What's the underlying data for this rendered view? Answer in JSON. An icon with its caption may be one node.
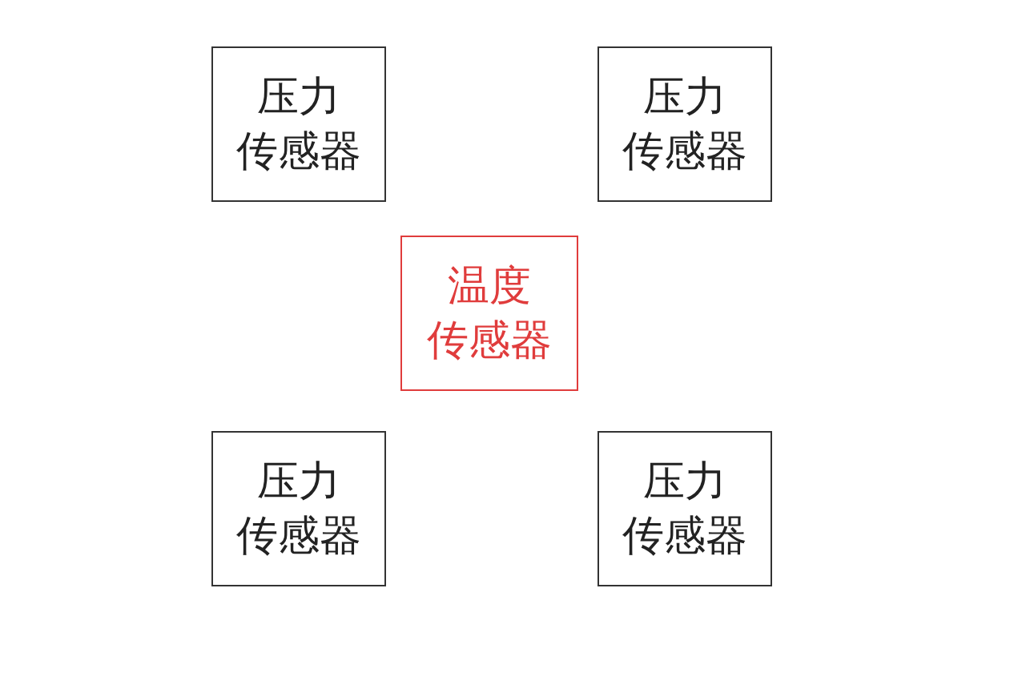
{
  "diagram": {
    "nodes": [
      {
        "text": [
          "压力传感器"
        ]
      },
      {
        "text": [
          "压力传感器"
        ]
      },
      {
        "text": [
          "温度传感器"
        ]
      },
      {
        "text": [
          "压力传感器"
        ]
      },
      {
        "text": [
          "压力传感器"
        ]
      }
    ]
  }
}
